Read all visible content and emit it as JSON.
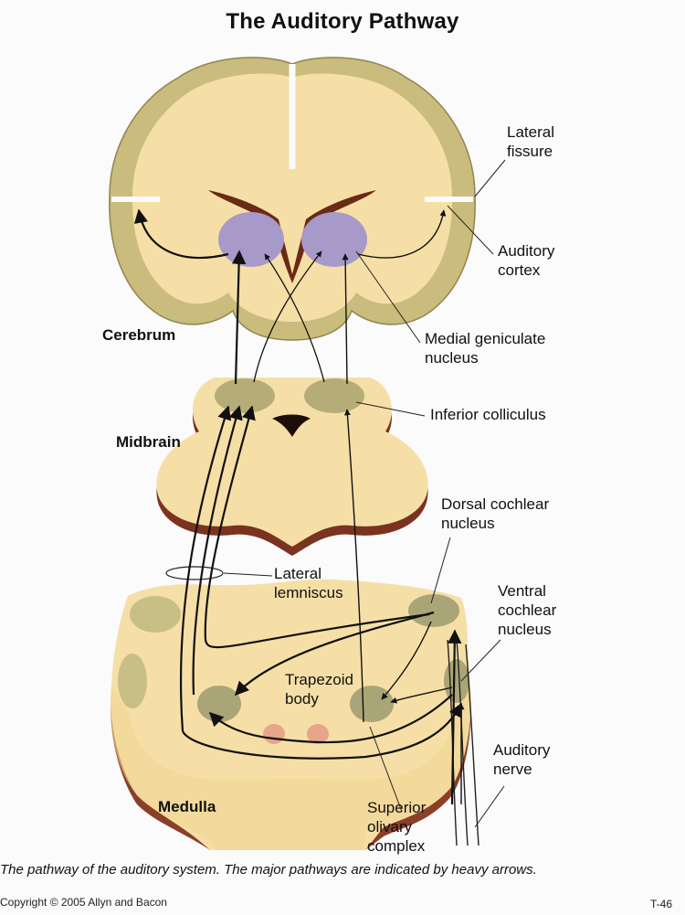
{
  "title": "The Auditory Pathway",
  "regions": {
    "cerebrum": "Cerebrum",
    "midbrain": "Midbrain",
    "medulla": "Medulla"
  },
  "labels": {
    "lateral_fissure": [
      "Lateral",
      "fissure"
    ],
    "auditory_cortex": [
      "Auditory",
      "cortex"
    ],
    "medial_geniculate": [
      "Medial geniculate",
      "nucleus"
    ],
    "inferior_colliculus": [
      "Inferior colliculus"
    ],
    "dorsal_cochlear": [
      "Dorsal cochlear",
      "nucleus"
    ],
    "lateral_lemniscus": [
      "Lateral",
      "lemniscus"
    ],
    "ventral_cochlear": [
      "Ventral",
      "cochlear",
      "nucleus"
    ],
    "trapezoid_body": [
      "Trapezoid",
      "body"
    ],
    "auditory_nerve": [
      "Auditory",
      "nerve"
    ],
    "superior_olivary": [
      "Superior",
      "olivary",
      "complex"
    ]
  },
  "caption": "The pathway of the auditory system. The major pathways are indicated by heavy arrows.",
  "copyright": "Copyright © 2005 Allyn and Bacon",
  "page_code": "T-46",
  "colors": {
    "tissue": "#f5dc9e",
    "cortex_outline": "#c9bc7c",
    "nucleus": "#a9a576",
    "geniculate": "#a79ac8",
    "ventricle": "#6a2a16",
    "trapezoid": "#e7a58c",
    "edge": "#8a3f28"
  }
}
